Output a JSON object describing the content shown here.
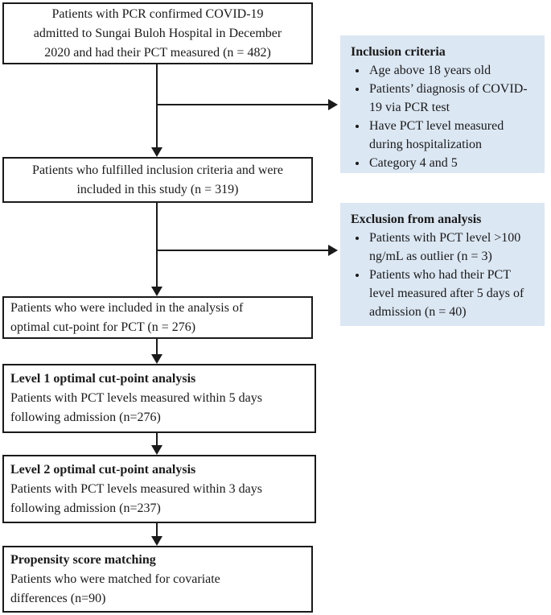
{
  "colors": {
    "box_border": "#1a1a1a",
    "text": "#1a1a1a",
    "arrow": "#1a1a1a",
    "side_panel_background": "#dbe7f3"
  },
  "flowchart": {
    "main_boxes": [
      {
        "lines": [
          "Patients with PCR confirmed COVID-19",
          "admitted to Sungai  Buloh Hospital in December",
          "2020 and had their PCT measured (n = 482)"
        ]
      },
      {
        "lines": [
          "Patients who fulfilled inclusion criteria and were",
          "included in this study (n = 319)"
        ]
      },
      {
        "lines": [
          "Patients who were included in the analysis of",
          "optimal cut-point for PCT (n = 276)"
        ]
      },
      {
        "title": "Level 1 optimal cut-point analysis",
        "lines": [
          "Patients with PCT levels measured within 5 days",
          "following admission (n=276)"
        ]
      },
      {
        "title": "Level 2 optimal cut-point analysis",
        "lines": [
          "Patients with PCT levels measured within 3 days",
          "following admission (n=237)"
        ]
      },
      {
        "title": "Propensity score matching",
        "lines": [
          "Patients who were matched for covariate",
          "differences (n=90)"
        ]
      }
    ],
    "side_panels": [
      {
        "title": "Inclusion criteria",
        "bullets": [
          "Age above 18 years old",
          "Patients’ diagnosis of COVID-19 via PCR test",
          "Have PCT level measured during hospitalization",
          "Category 4 and 5"
        ]
      },
      {
        "title": "Exclusion from analysis",
        "bullets": [
          "Patients with PCT level >100 ng/mL  as outlier (n = 3)",
          "Patients who had their PCT level measured after 5 days of admission (n = 40)"
        ]
      }
    ]
  }
}
